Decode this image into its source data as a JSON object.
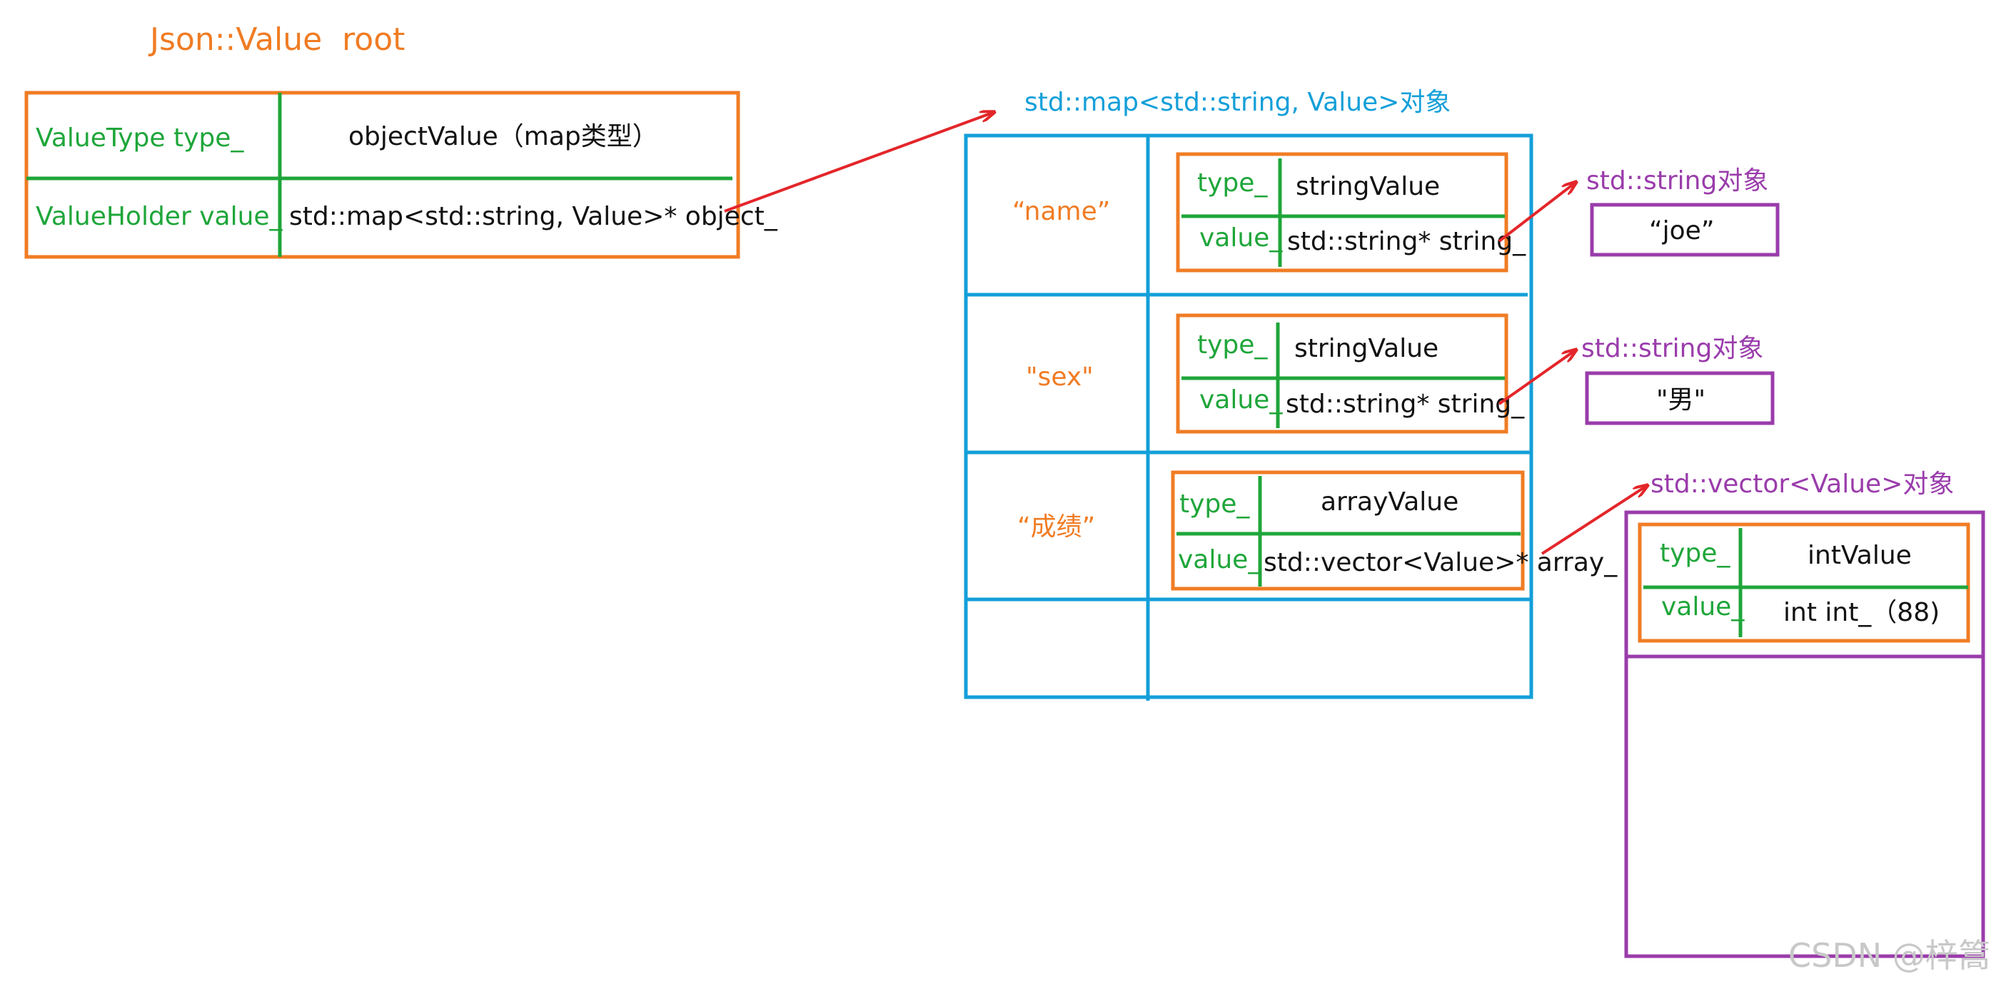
{
  "root": {
    "title": "Json::Value  root",
    "row1": {
      "label": "ValueType type_",
      "value": "objectValue（map类型）"
    },
    "row2": {
      "label": "ValueHolder value_",
      "value": "std::map<std::string, Value>* object_"
    }
  },
  "map": {
    "title": "std::map<std::string, Value>对象",
    "entries": [
      {
        "key": "“name”",
        "type_label": "type_",
        "type_value": "stringValue",
        "value_label": "value_",
        "value_value": "std::string* string_"
      },
      {
        "key": "\"sex\"",
        "type_label": "type_",
        "type_value": "stringValue",
        "value_label": "value_",
        "value_value": "std::string* string_"
      },
      {
        "key": "“成绩”",
        "type_label": "type_",
        "type_value": "arrayValue",
        "value_label": "value_",
        "value_value": "std::vector<Value>* array_"
      }
    ]
  },
  "strings": [
    {
      "title": "std::string对象",
      "value": "“joe”"
    },
    {
      "title": "std::string对象",
      "value": "\"男\""
    }
  ],
  "vector": {
    "title": "std::vector<Value>对象",
    "element": {
      "type_label": "type_",
      "type_value": "intValue",
      "value_label": "value_",
      "value_value": "int int_（88)"
    }
  },
  "watermark": "CSDN @梓篙",
  "colors": {
    "orange": "#f07c24",
    "green": "#1fa63a",
    "blue": "#139fd9",
    "purple": "#9a3cab",
    "red": "#e3262a"
  }
}
